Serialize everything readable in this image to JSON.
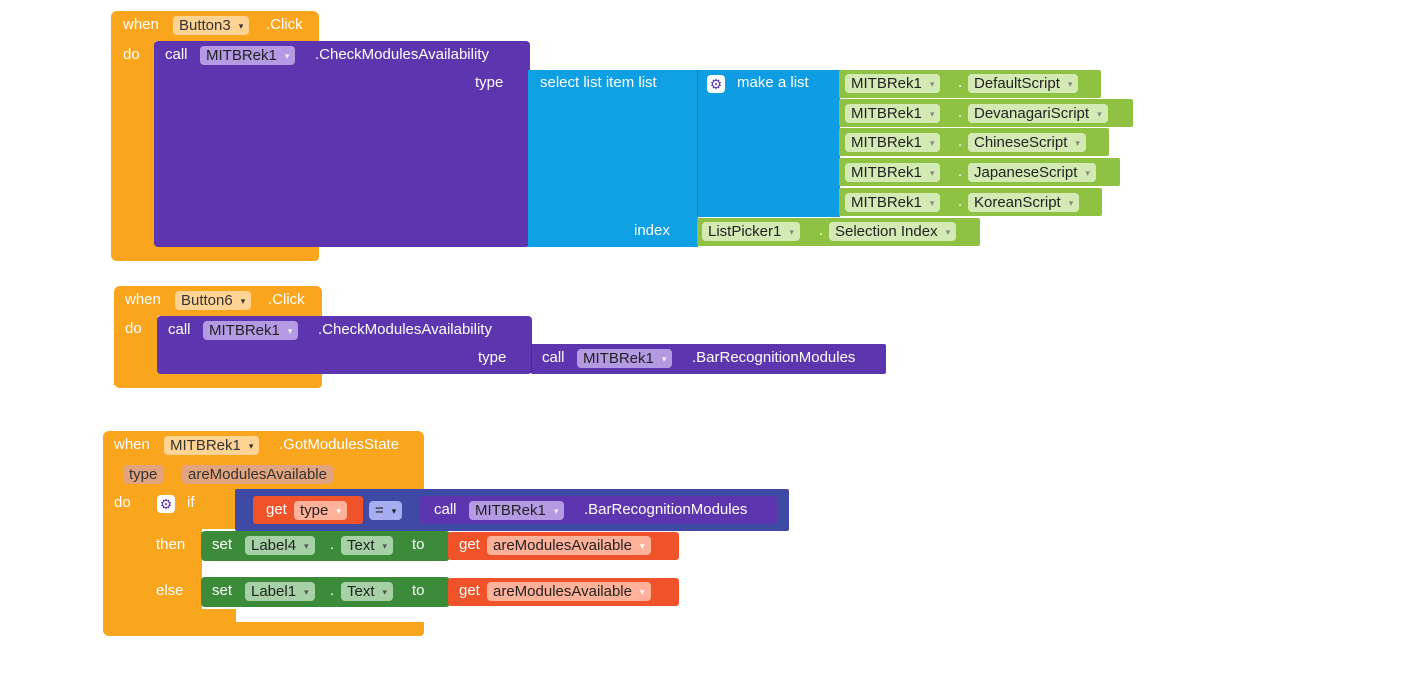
{
  "blocks": {
    "b1": {
      "when": "when",
      "button": "Button3",
      "event": ".Click",
      "do": "do",
      "call": "call",
      "component": "MITBRek1",
      "method": ".CheckModulesAvailability",
      "type_label": "type",
      "select_label": "select list item  list",
      "makelist_label": "make a list",
      "index_label": "index",
      "items": [
        {
          "component": "MITBRek1",
          "dot": ".",
          "prop": "DefaultScript"
        },
        {
          "component": "MITBRek1",
          "dot": ".",
          "prop": "DevanagariScript"
        },
        {
          "component": "MITBRek1",
          "dot": ".",
          "prop": "ChineseScript"
        },
        {
          "component": "MITBRek1",
          "dot": ".",
          "prop": "JapaneseScript"
        },
        {
          "component": "MITBRek1",
          "dot": ".",
          "prop": "KoreanScript"
        }
      ],
      "index_component": "ListPicker1",
      "index_dot": ".",
      "index_prop": "Selection Index"
    },
    "b2": {
      "when": "when",
      "button": "Button6",
      "event": ".Click",
      "do": "do",
      "call": "call",
      "component": "MITBRek1",
      "method": ".CheckModulesAvailability",
      "type_label": "type",
      "inner_call": "call",
      "inner_component": "MITBRek1",
      "inner_method": ".BarRecognitionModules"
    },
    "b3": {
      "when": "when",
      "component": "MITBRek1",
      "event": ".GotModulesState",
      "param1": "type",
      "param2": "areModulesAvailable",
      "do": "do",
      "if": "if",
      "get": "get",
      "get_var": "type",
      "op": "=",
      "call": "call",
      "call_component": "MITBRek1",
      "call_method": ".BarRecognitionModules",
      "then": "then",
      "else": "else",
      "set": "set",
      "then_component": "Label4",
      "else_component": "Label1",
      "dot": ".",
      "prop": "Text",
      "to": "to",
      "value_var": "areModulesAvailable"
    }
  },
  "colors": {
    "event": "#f9a51e",
    "method": "#5d35ae",
    "list": "#0f9fe3",
    "component_getter": "#8fc242",
    "setter": "#3b8b3b",
    "variable": "#f0532a",
    "logic": "#3e4aa3"
  },
  "icons": {
    "dropdown": "▾",
    "mutator": "⚙"
  }
}
